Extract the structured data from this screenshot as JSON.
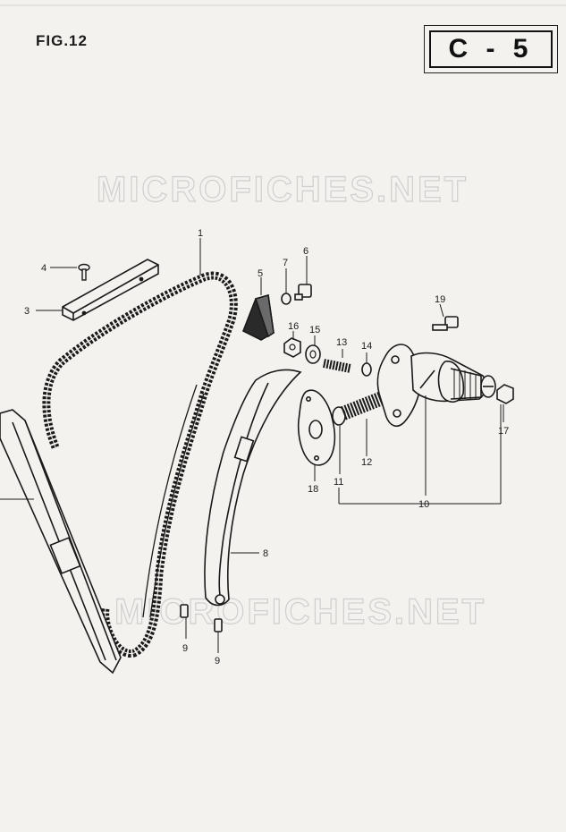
{
  "header": {
    "figure_label": "FIG.12",
    "section_code": "C - 5"
  },
  "watermarks": [
    "MICROFICHES.NET",
    "MICROFICHES.NET"
  ],
  "parts": [
    {
      "id": "1",
      "label": "1"
    },
    {
      "id": "3",
      "label": "3"
    },
    {
      "id": "4",
      "label": "4"
    },
    {
      "id": "5",
      "label": "5"
    },
    {
      "id": "6",
      "label": "6"
    },
    {
      "id": "7",
      "label": "7"
    },
    {
      "id": "8",
      "label": "8"
    },
    {
      "id": "9a",
      "label": "9"
    },
    {
      "id": "9b",
      "label": "9"
    },
    {
      "id": "10",
      "label": "10"
    },
    {
      "id": "11",
      "label": "11"
    },
    {
      "id": "12",
      "label": "12"
    },
    {
      "id": "13",
      "label": "13"
    },
    {
      "id": "14",
      "label": "14"
    },
    {
      "id": "15",
      "label": "15"
    },
    {
      "id": "16",
      "label": "16"
    },
    {
      "id": "17",
      "label": "17"
    },
    {
      "id": "18",
      "label": "18"
    },
    {
      "id": "19",
      "label": "19"
    }
  ]
}
